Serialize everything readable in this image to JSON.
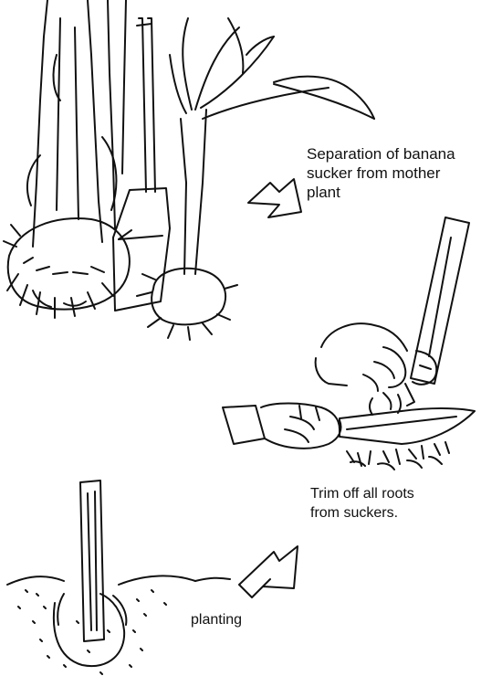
{
  "steps": [
    {
      "caption": "Separation of banana\nsucker from mother\nplant"
    },
    {
      "caption": "Trim off all roots\nfrom suckers."
    },
    {
      "caption": "planting"
    }
  ]
}
